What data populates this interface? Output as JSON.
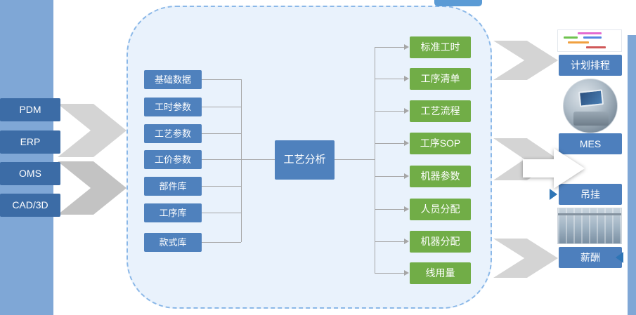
{
  "diagram": {
    "sources": [
      {
        "label": "PDM"
      },
      {
        "label": "ERP"
      },
      {
        "label": "OMS"
      },
      {
        "label": "CAD/3D"
      }
    ],
    "inputs": [
      "基础数据",
      "工时参数",
      "工艺参数",
      "工价参数",
      "部件库",
      "工序库",
      "款式库"
    ],
    "analysis": {
      "label": "工艺分析"
    },
    "outputs": [
      "标准工时",
      "工序清单",
      "工艺流程",
      "工序SOP",
      "机器参数",
      "人员分配",
      "机器分配",
      "线用量"
    ],
    "targets": [
      {
        "label": "计划排程"
      },
      {
        "label": "MES"
      },
      {
        "label": "吊挂"
      },
      {
        "label": "薪酬"
      }
    ],
    "images": [
      {
        "name": "gantt-thumbnail"
      },
      {
        "name": "machine-photo"
      },
      {
        "name": "workshop-photo"
      }
    ],
    "colors": {
      "source_box": "#3c6ca6",
      "input_box": "#4f81bd",
      "analysis_box": "#4f81bd",
      "output_box": "#71ad47",
      "target_box": "#4d7fbd",
      "container_bg": "#e9f2fc",
      "container_border": "#8bb8e8",
      "side_strip": "#7fa7d6",
      "connector": "#a6a6a6",
      "flow_arrow": "#d4d4d4",
      "accent_triangle": "#2e75b6"
    }
  }
}
